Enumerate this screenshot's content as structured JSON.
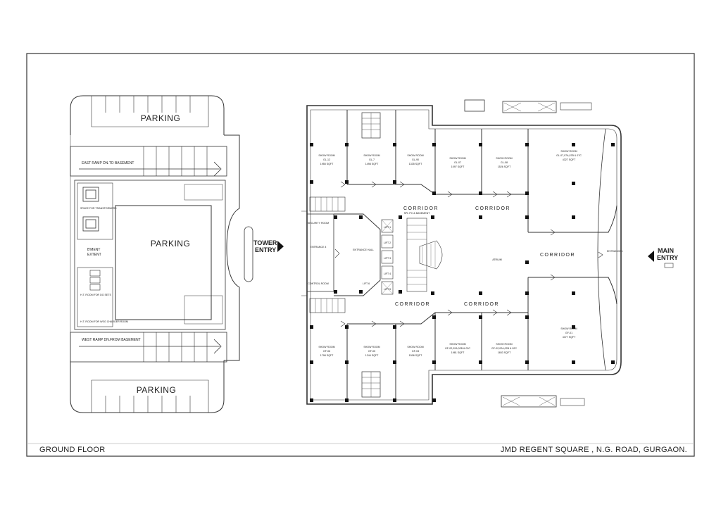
{
  "footer": {
    "left": "GROUND FLOOR",
    "right": "JMD REGENT SQUARE , N.G. ROAD, GURGAON."
  },
  "site": {
    "parking_top": "PARKING",
    "parking_center": "PARKING",
    "parking_bottom": "PARKING",
    "east_ramp": "EAST RAMP DN.TO BASEMENT",
    "west_ramp": "WEST RAMP DN.FROM BASEMENT",
    "bment_line1": "B'MENT",
    "bment_line2": "EXTENT",
    "tower_entry_line1": "TOWER",
    "tower_entry_line2": "ENTRY",
    "main_entry_line1": "MAIN",
    "main_entry_line2": "ENTRY",
    "transformer_label": "SPACE FOR TRANSFORMERS",
    "ht_room_label": "H.T. ROOM FOR DG SETS",
    "ht_room_label2": "H.T. ROOM FOR WSG CHARGER ROOM"
  },
  "plan": {
    "corridor_1": "CORRIDOR",
    "corridor_2": "CORRIDOR",
    "corridor_3": "CORRIDOR",
    "corridor_4": "CORRIDOR",
    "corridor_5": "CORRIDOR",
    "atrium": "ATRIUM",
    "entrance_hall": "ENTRANCE HALL",
    "entrance_4": "ENTRANCE 4",
    "entrance_1": "ENTRANCE 1",
    "shaft_note": "SPL PC & BASEMENT",
    "security_room": "SECURITY ROOM",
    "control_room": "CONTROL ROOM",
    "lift_1": "LIFT 1",
    "lift_2": "LIFT 2",
    "lift_3": "LIFT 3",
    "lift_4": "LIFT 4",
    "lift_5": "LIFT 5",
    "lift_6": "LIFT 6",
    "top_rooms": [
      {
        "name": "SHOW ROOM",
        "code": "GL-12",
        "area": "1955 SQFT"
      },
      {
        "name": "SHOW ROOM",
        "code": "GL-7",
        "area": "1498 SQFT"
      },
      {
        "name": "SHOW ROOM",
        "code": "GL-90",
        "area": "1335 SQFT"
      },
      {
        "name": "SHOW ROOM",
        "code": "GL-07",
        "area": "1097 SQFT"
      },
      {
        "name": "SHOW ROOM",
        "code": "GL-08",
        "area": "1526 SQFT"
      },
      {
        "name": "SHOW ROOM",
        "code": "GL-07,07A,07B & 07C",
        "area": "4327 SQFT"
      }
    ],
    "bottom_rooms": [
      {
        "name": "SHOW ROOM",
        "code": "GF-06",
        "area": "1798 SQFT"
      },
      {
        "name": "SHOW ROOM",
        "code": "GF-05",
        "area": "1244 SQFT"
      },
      {
        "name": "SHOW ROOM",
        "code": "GF-03",
        "area": "1506 SQFT"
      },
      {
        "name": "SHOW ROOM",
        "code": "GF-02,02A,02B & 02C",
        "area": "1981 SQFT"
      },
      {
        "name": "SHOW ROOM",
        "code": "GF-02,02A,02B & 02C",
        "area": "1653 SQFT"
      },
      {
        "name": "SHOW ROOM",
        "code": "GF-01",
        "area": "4377 SQFT"
      }
    ]
  }
}
